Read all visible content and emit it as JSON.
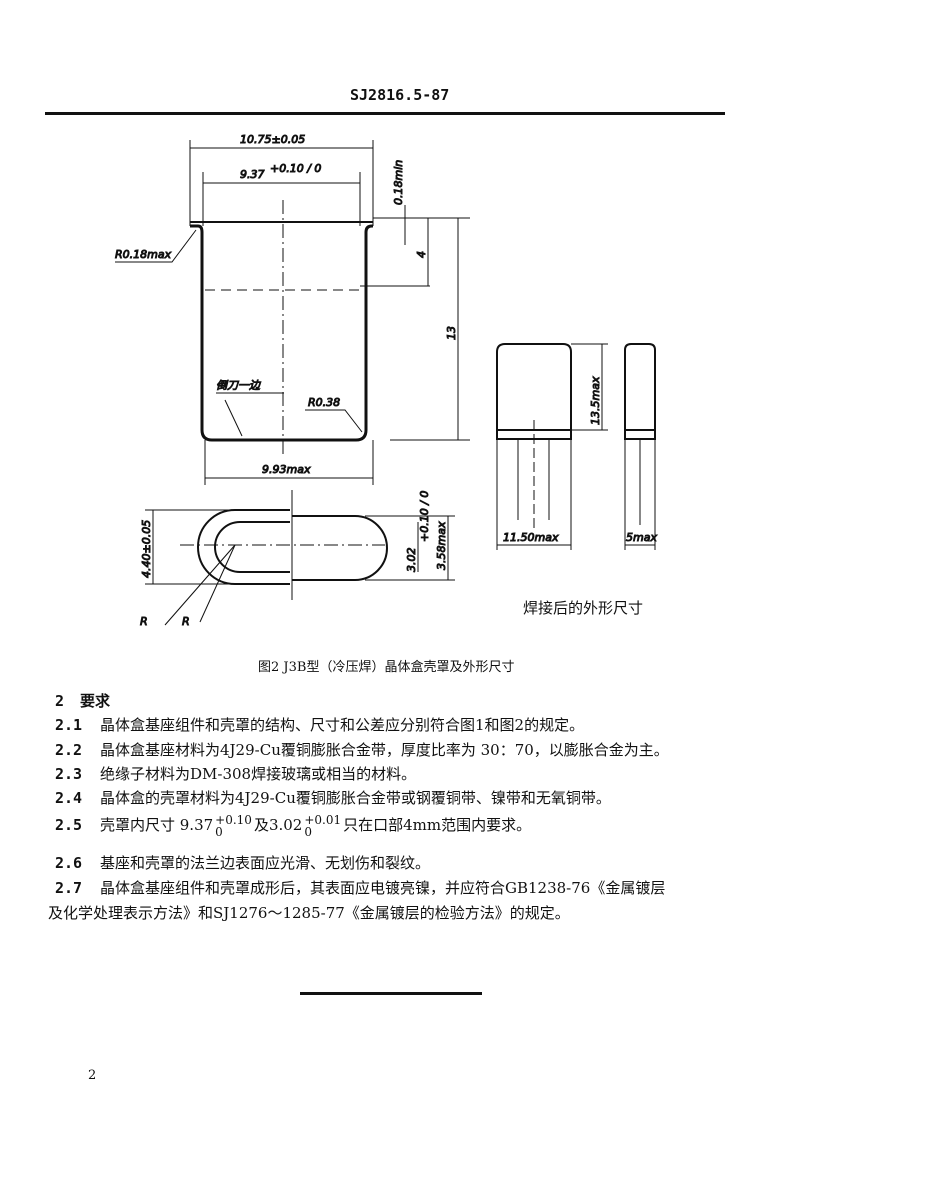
{
  "header": {
    "code": "SJ2816.5-87"
  },
  "drawing": {
    "dims": {
      "outer_width": "10.75±0.05",
      "inner_width": "9.37",
      "inner_width_tol": "+0.10 / 0",
      "thickness": "0.18min",
      "flange_radius": "R0.18max",
      "depth_4": "4",
      "height": "13",
      "fold_note": "倒刀一边",
      "bottom_radius": "R0.38",
      "bottom_width": "9.93max",
      "oval_height": "4.40±0.05",
      "oval_inner": "3.02",
      "oval_inner_tol": "+0.10 / 0",
      "oval_max": "3.58max",
      "r_left": "R",
      "r_right": "R",
      "side_height": "13.5max",
      "side_width": "11.50max",
      "thin_width": "5max"
    },
    "weld_caption": "焊接后的外形尺寸"
  },
  "figure_caption": "图2  J3B型（冷压焊）晶体盒壳罩及外形尺寸",
  "section": {
    "number": "2",
    "title": "要求"
  },
  "clauses": [
    {
      "num": "2.1",
      "text": "晶体盒基座组件和壳罩的结构、尺寸和公差应分别符合图1和图2的规定。"
    },
    {
      "num": "2.2",
      "text": "晶体盒基座材料为4J29-Cu覆铜膨胀合金带，厚度比率为 30：70，以膨胀合金为主。"
    },
    {
      "num": "2.3",
      "text": "绝缘子材料为DM-308焊接玻璃或相当的材料。"
    },
    {
      "num": "2.4",
      "text": "晶体盒的壳罩材料为4J29-Cu覆铜膨胀合金带或钢覆铜带、镍带和无氧铜带。"
    },
    {
      "num": "2.5",
      "text_a": "壳罩内尺寸 9.37",
      "tol_a_up": "+0.10",
      "tol_a_dn": "0",
      "text_b": "及3.02",
      "tol_b_up": "+0.01",
      "tol_b_dn": "0",
      "text_c": "只在口部4mm范围内要求。"
    },
    {
      "num": "2.6",
      "text": "基座和壳罩的法兰边表面应光滑、无划伤和裂纹。"
    },
    {
      "num": "2.7",
      "text": "晶体盒基座组件和壳罩成形后，其表面应电镀亮镍，并应符合GB1238-76《金属镀层",
      "text2": "及化学处理表示方法》和SJ1276～1285-77《金属镀层的检验方法》的规定。"
    }
  ],
  "page_number": "2"
}
